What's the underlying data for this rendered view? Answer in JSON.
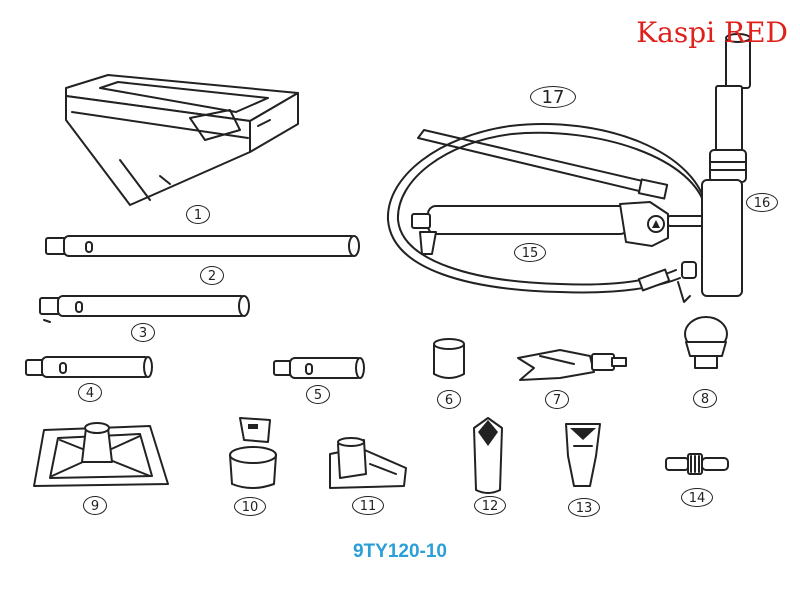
{
  "brand": "Kaspi RED",
  "model_code": "9TY120-10",
  "part_numbers": [
    "1",
    "2",
    "3",
    "4",
    "5",
    "6",
    "7",
    "8",
    "9",
    "10",
    "11",
    "12",
    "13",
    "14",
    "15",
    "16",
    "17"
  ],
  "colors": {
    "brand": "#e0201b",
    "caption": "#2a9fd8",
    "line": "#222222"
  }
}
